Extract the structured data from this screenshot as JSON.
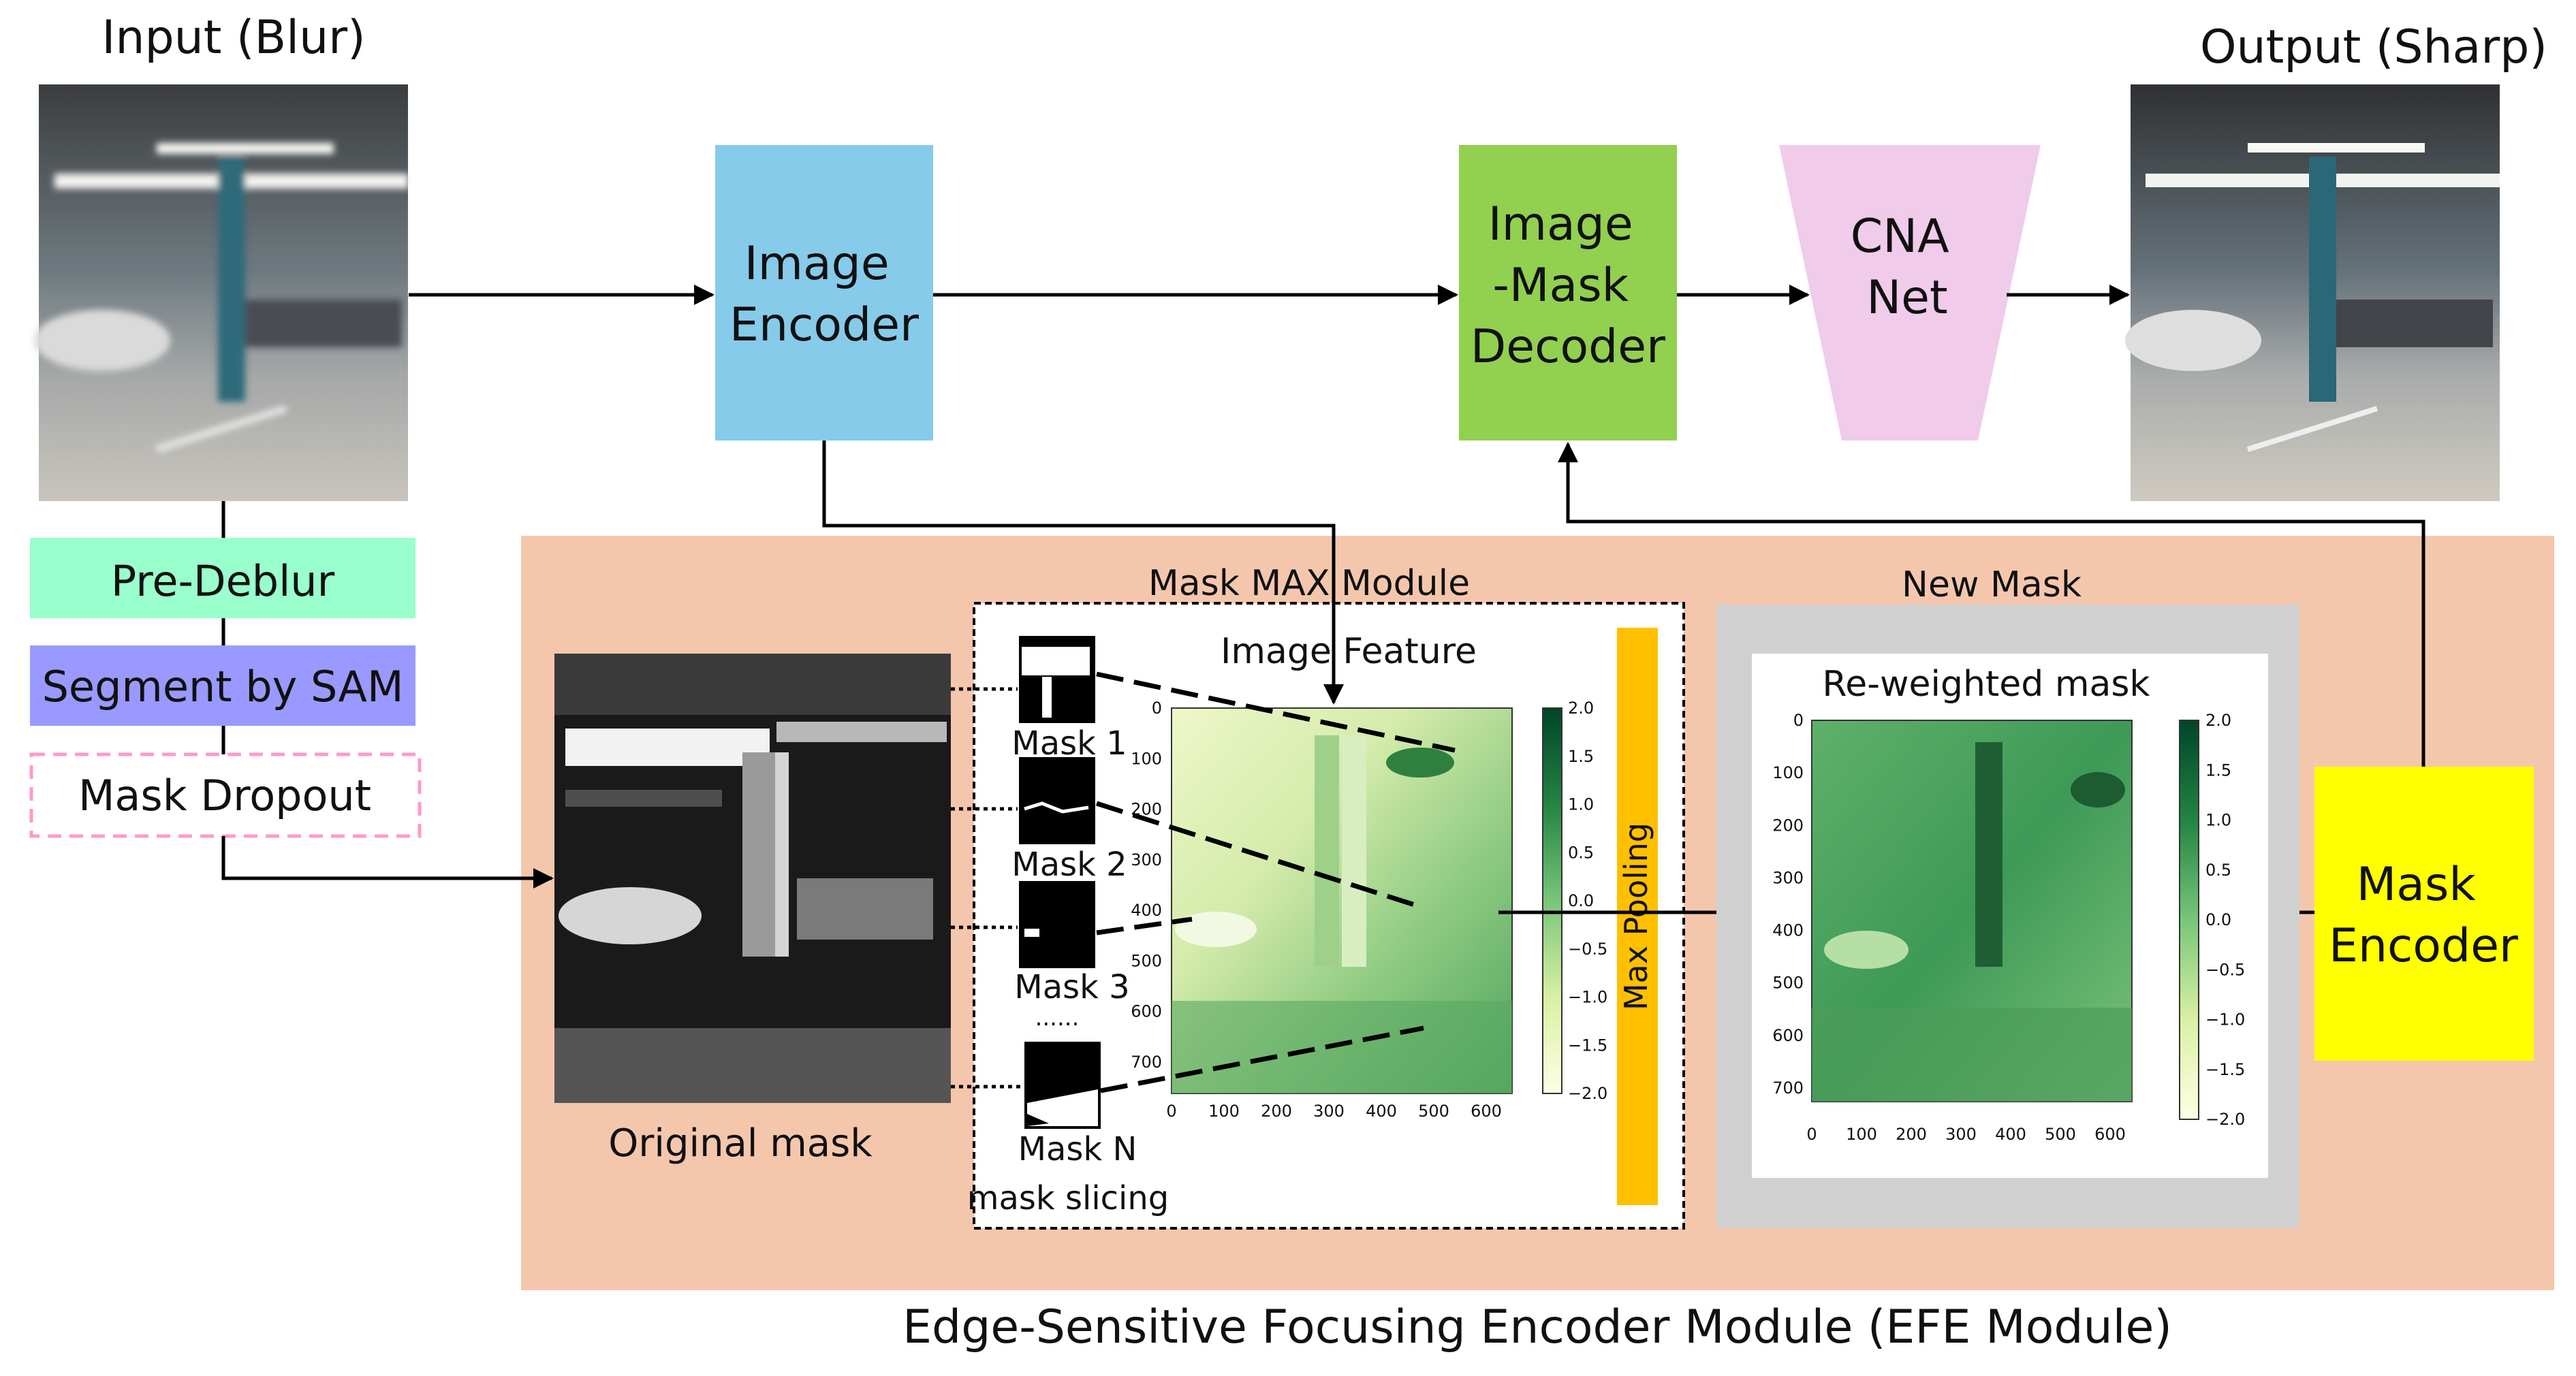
{
  "labels": {
    "input_title": "Input (Blur)",
    "output_title": "Output (Sharp)",
    "image_encoder": [
      "Image",
      "Encoder"
    ],
    "image_mask_decoder": [
      "Image",
      "-Mask",
      "Decoder"
    ],
    "cna_net": [
      "CNA",
      "Net"
    ],
    "pre_deblur": "Pre-Deblur",
    "segment_by_sam": "Segment by SAM",
    "mask_dropout": "Mask Dropout",
    "mask_max_module": "Mask MAX Module",
    "image_feature": "Image Feature",
    "new_mask": "New Mask",
    "reweighted_mask": "Re-weighted mask",
    "mask_encoder": [
      "Mask",
      "Encoder"
    ],
    "max_pooling": "Max Pooling",
    "original_mask": "Original mask",
    "mask_1": "Mask 1",
    "mask_2": "Mask 2",
    "mask_3": "Mask 3",
    "ellipsis": "......",
    "mask_n": "Mask N",
    "mask_slicing": "mask slicing",
    "efe_module": "Edge-Sensitive Focusing Encoder Module (EFE Module)"
  },
  "heatmap_axes": {
    "x_ticks": [
      "0",
      "100",
      "200",
      "300",
      "400",
      "500",
      "600"
    ],
    "y_ticks": [
      "0",
      "100",
      "200",
      "300",
      "400",
      "500",
      "600",
      "700"
    ],
    "colorbar_ticks": [
      "2.0",
      "1.5",
      "1.0",
      "0.5",
      "0.0",
      "−0.5",
      "−1.0",
      "−1.5",
      "−2.0"
    ]
  },
  "colors": {
    "image_encoder": "#86cbea",
    "image_mask_decoder": "#92d050",
    "cna_net": "#f0cbea",
    "pre_deblur": "#99ffcc",
    "segment_by_sam": "#9999ff",
    "mask_dropout_border": "#ff99cc",
    "efe_background": "#f4c7ad",
    "max_pooling": "#ffc000",
    "mask_encoder": "#ffff00",
    "new_mask_frame": "#d0d0d0"
  },
  "icons": {
    "input_photo": "blurred-parking-garage-photo",
    "output_photo": "sharp-parking-garage-photo",
    "original_mask_image": "segmentation-mask-image",
    "feature_heatmap": "green-heatmap",
    "reweighted_heatmap": "green-heatmap"
  }
}
